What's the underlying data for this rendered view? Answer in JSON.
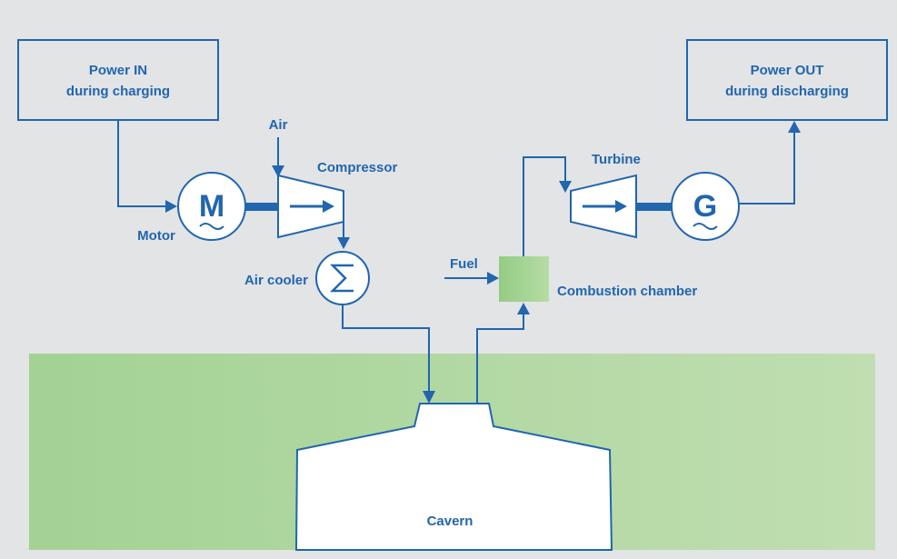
{
  "colors": {
    "background": "#e3e4e6",
    "line": "#2166ae",
    "ground_left": "#a3d294",
    "ground_right": "#c0deb1",
    "combustion_left": "#94cc84",
    "combustion_right": "#b6dca4",
    "cavern": "#ffffff"
  },
  "power_in": {
    "line1": "Power IN",
    "line2": "during charging"
  },
  "power_out": {
    "line1": "Power OUT",
    "line2": "during discharging"
  },
  "motor": {
    "label": "Motor",
    "symbol": "M"
  },
  "generator": {
    "symbol": "G"
  },
  "air_label": "Air",
  "compressor_label": "Compressor",
  "air_cooler_label": "Air cooler",
  "turbine_label": "Turbine",
  "fuel_label": "Fuel",
  "combustion_label": "Combustion chamber",
  "cavern_label": "Cavern",
  "icons": {
    "motor": "motor-icon",
    "generator": "generator-icon",
    "compressor": "compressor-icon",
    "turbine": "turbine-icon",
    "air_cooler": "air-cooler-icon"
  }
}
